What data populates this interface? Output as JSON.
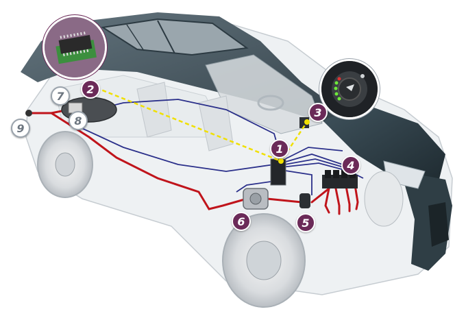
{
  "callouts": {
    "c1": "1",
    "c2": "2",
    "c3": "3",
    "c4": "4",
    "c5": "5",
    "c6": "6",
    "c7": "7",
    "c8": "8",
    "c9": "9"
  },
  "colors": {
    "callout_primary": "#6b2a58",
    "callout_secondary": "#ffffff",
    "gas_line": "#c0141b",
    "signal_wire": "#2a2f8a",
    "connection_dashed": "#f0e000",
    "car_body": "#37474f"
  },
  "icons": {
    "chip_inset": "microcontroller-chip-icon",
    "switch_inset": "fuel-selector-switch-icon"
  }
}
